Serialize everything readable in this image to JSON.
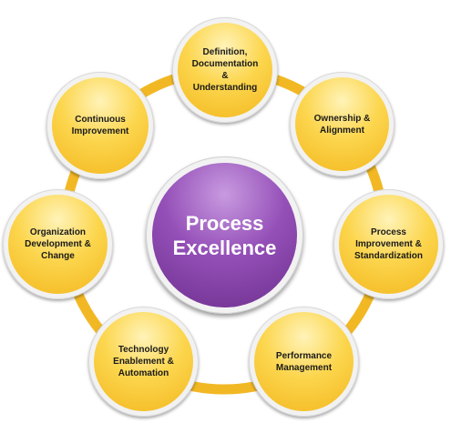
{
  "diagram": {
    "center": {
      "label": "Process\nExcellence"
    },
    "nodes": [
      {
        "id": "definition",
        "label": "Definition,\nDocumentation\n&\nUnderstanding"
      },
      {
        "id": "ownership",
        "label": "Ownership &\nAlignment"
      },
      {
        "id": "process-improvement",
        "label": "Process\nImprovement &\nStandardization"
      },
      {
        "id": "performance",
        "label": "Performance\nManagement"
      },
      {
        "id": "technology",
        "label": "Technology\nEnablement &\nAutomation"
      },
      {
        "id": "organization",
        "label": "Organization\nDevelopment &\nChange"
      },
      {
        "id": "continuous",
        "label": "Continuous\nImprovement"
      }
    ],
    "colors": {
      "ring": "#f2b824",
      "node_fill": "#fcd64e",
      "center_fill": "#8a45ad",
      "center_text": "#ffffff"
    }
  }
}
